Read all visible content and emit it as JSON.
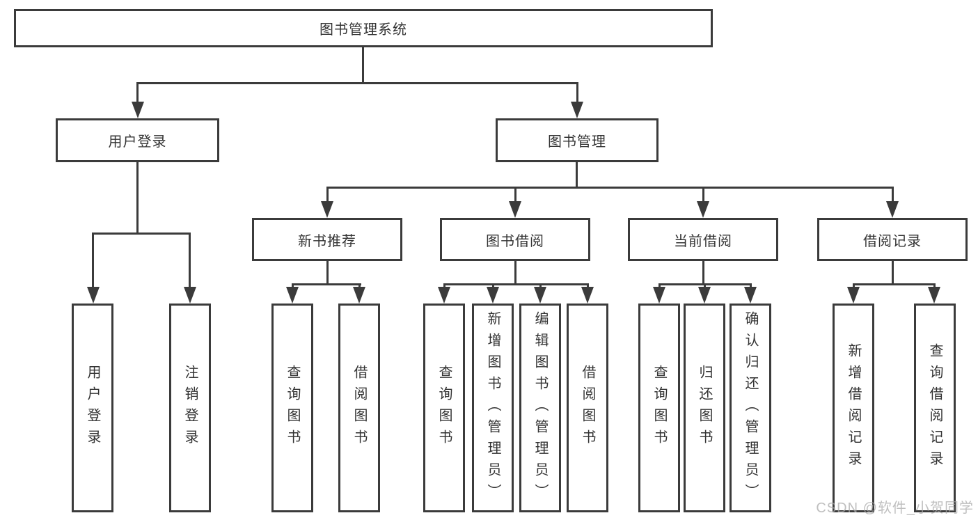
{
  "colors": {
    "line": "#3b3b3b",
    "text": "#333333",
    "background": "#ffffff",
    "watermark": "#aaaaaa"
  },
  "diagram": {
    "root": "图书管理系统",
    "level2": [
      "用户登录",
      "图书管理"
    ],
    "level3": [
      "新书推荐",
      "图书借阅",
      "当前借阅",
      "借阅记录"
    ],
    "leaves": {
      "user_login": [
        "用户登录",
        "注销登录"
      ],
      "new_book_recommend": [
        "查询图书",
        "借阅图书"
      ],
      "book_borrowing": [
        "查询图书",
        "新增图书（管理员）",
        "编辑图书（管理员）",
        "借阅图书"
      ],
      "current_borrowing": [
        "查询图书",
        "归还图书",
        "确认归还（管理员）"
      ],
      "borrowing_records": [
        "新增借阅记录",
        "查询借阅记录"
      ]
    }
  },
  "watermark": {
    "text": "CSDN @软件_小贺同学"
  }
}
